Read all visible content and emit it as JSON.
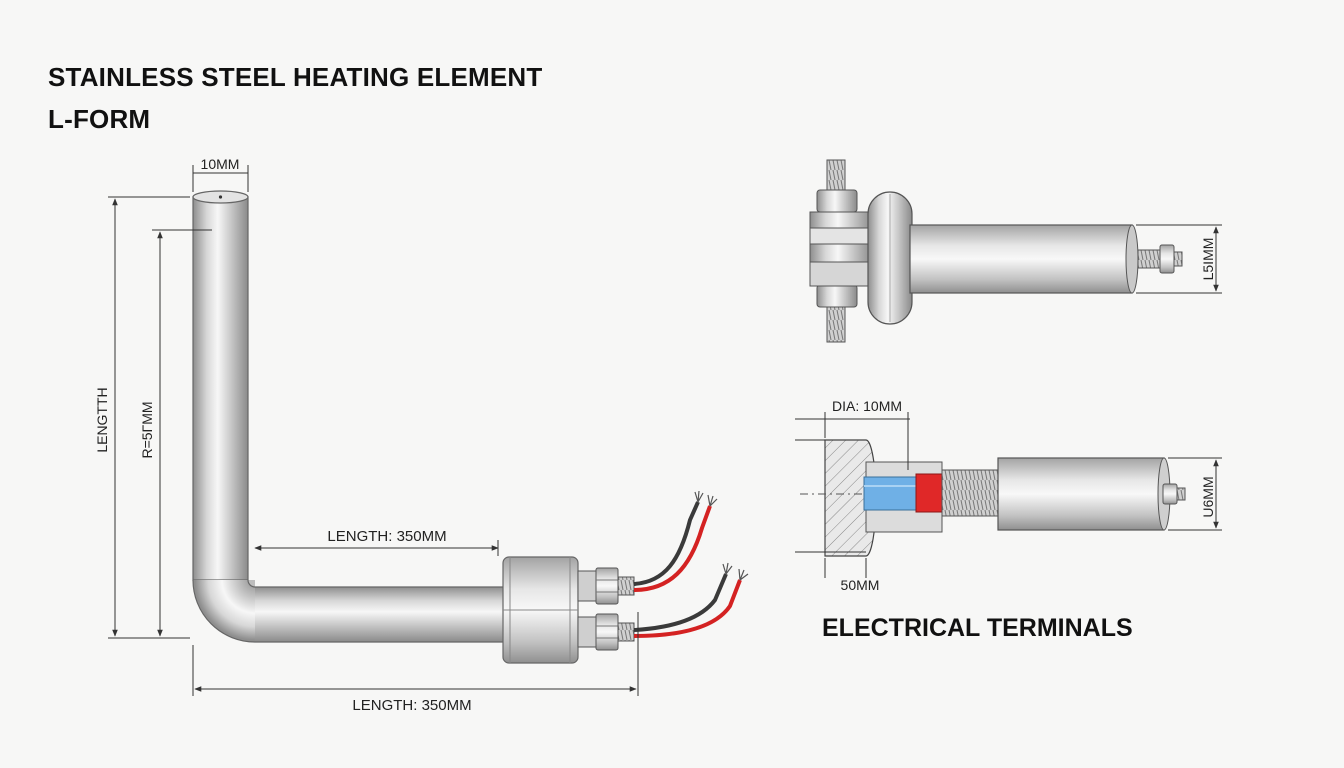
{
  "title": "STAINLESS STEEL HEATING ELEMENT",
  "subtitle": "L-FORM",
  "section_title": "ELECTRICAL TERMINALS",
  "dimensions": {
    "tube_diameter": "10MM",
    "vertical_length": "LENGTTH",
    "bend_radius": "R=5ΓMM",
    "horizontal_inner_length": "LENGTH: 350MM",
    "horizontal_overall_length": "LENGTH: 350MM",
    "terminal_side_view_dim": "L5ΙMM",
    "section_dia": "DIA: 10MM",
    "section_flange": "50MM",
    "section_side_dim": "U6MM"
  },
  "colors": {
    "wire_red": "#d42222",
    "wire_dark": "#3a3a3a",
    "insulation_blue": "#6fb0e6",
    "heating_coil_red": "#e02828",
    "steel_light": "#f4f4f4",
    "steel_dark": "#9a9a9a"
  }
}
